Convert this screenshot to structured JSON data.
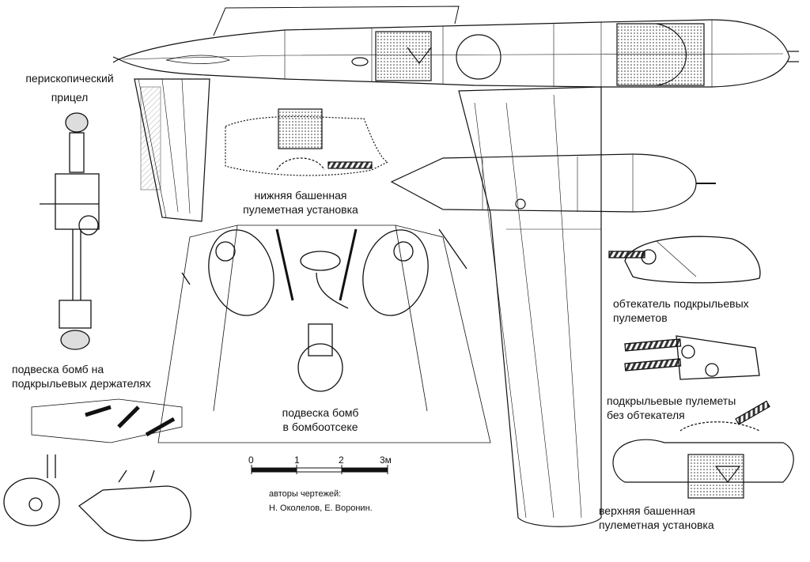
{
  "labels": {
    "periscope": [
      "перископический",
      "прицел"
    ],
    "lower_turret": [
      "нижняя башенная",
      "пулеметная установка"
    ],
    "wing_bombs": [
      "подвеска бомб на",
      "подкрыльевых держателях"
    ],
    "bay_bombs": [
      "подвеска бомб",
      "в бомбоотсеке"
    ],
    "fairing": [
      "обтекатель подкрыльевых",
      "пулеметов"
    ],
    "guns_no_fairing": [
      "подкрыльевые пулеметы",
      "без обтекателя"
    ],
    "upper_turret": [
      "верхняя башенная",
      "пулеметная установка"
    ]
  },
  "scale": {
    "ticks": [
      "0",
      "1",
      "2",
      "3м"
    ]
  },
  "credits": {
    "title": "авторы чертежей:",
    "names": "Н. Околелов, Е. Воронин."
  }
}
